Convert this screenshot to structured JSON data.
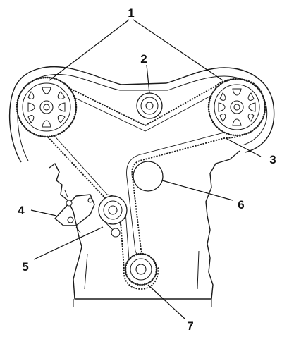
{
  "labels": {
    "camshaft_pulleys": "1",
    "idler_pulley": "2",
    "timing_belt": "3",
    "tensioner_bracket": "4",
    "tensioner_pulley": "5",
    "guide_roller": "6",
    "crankshaft_sprocket": "7"
  },
  "colors": {
    "line": "#1a1a1a",
    "background": "#ffffff"
  }
}
